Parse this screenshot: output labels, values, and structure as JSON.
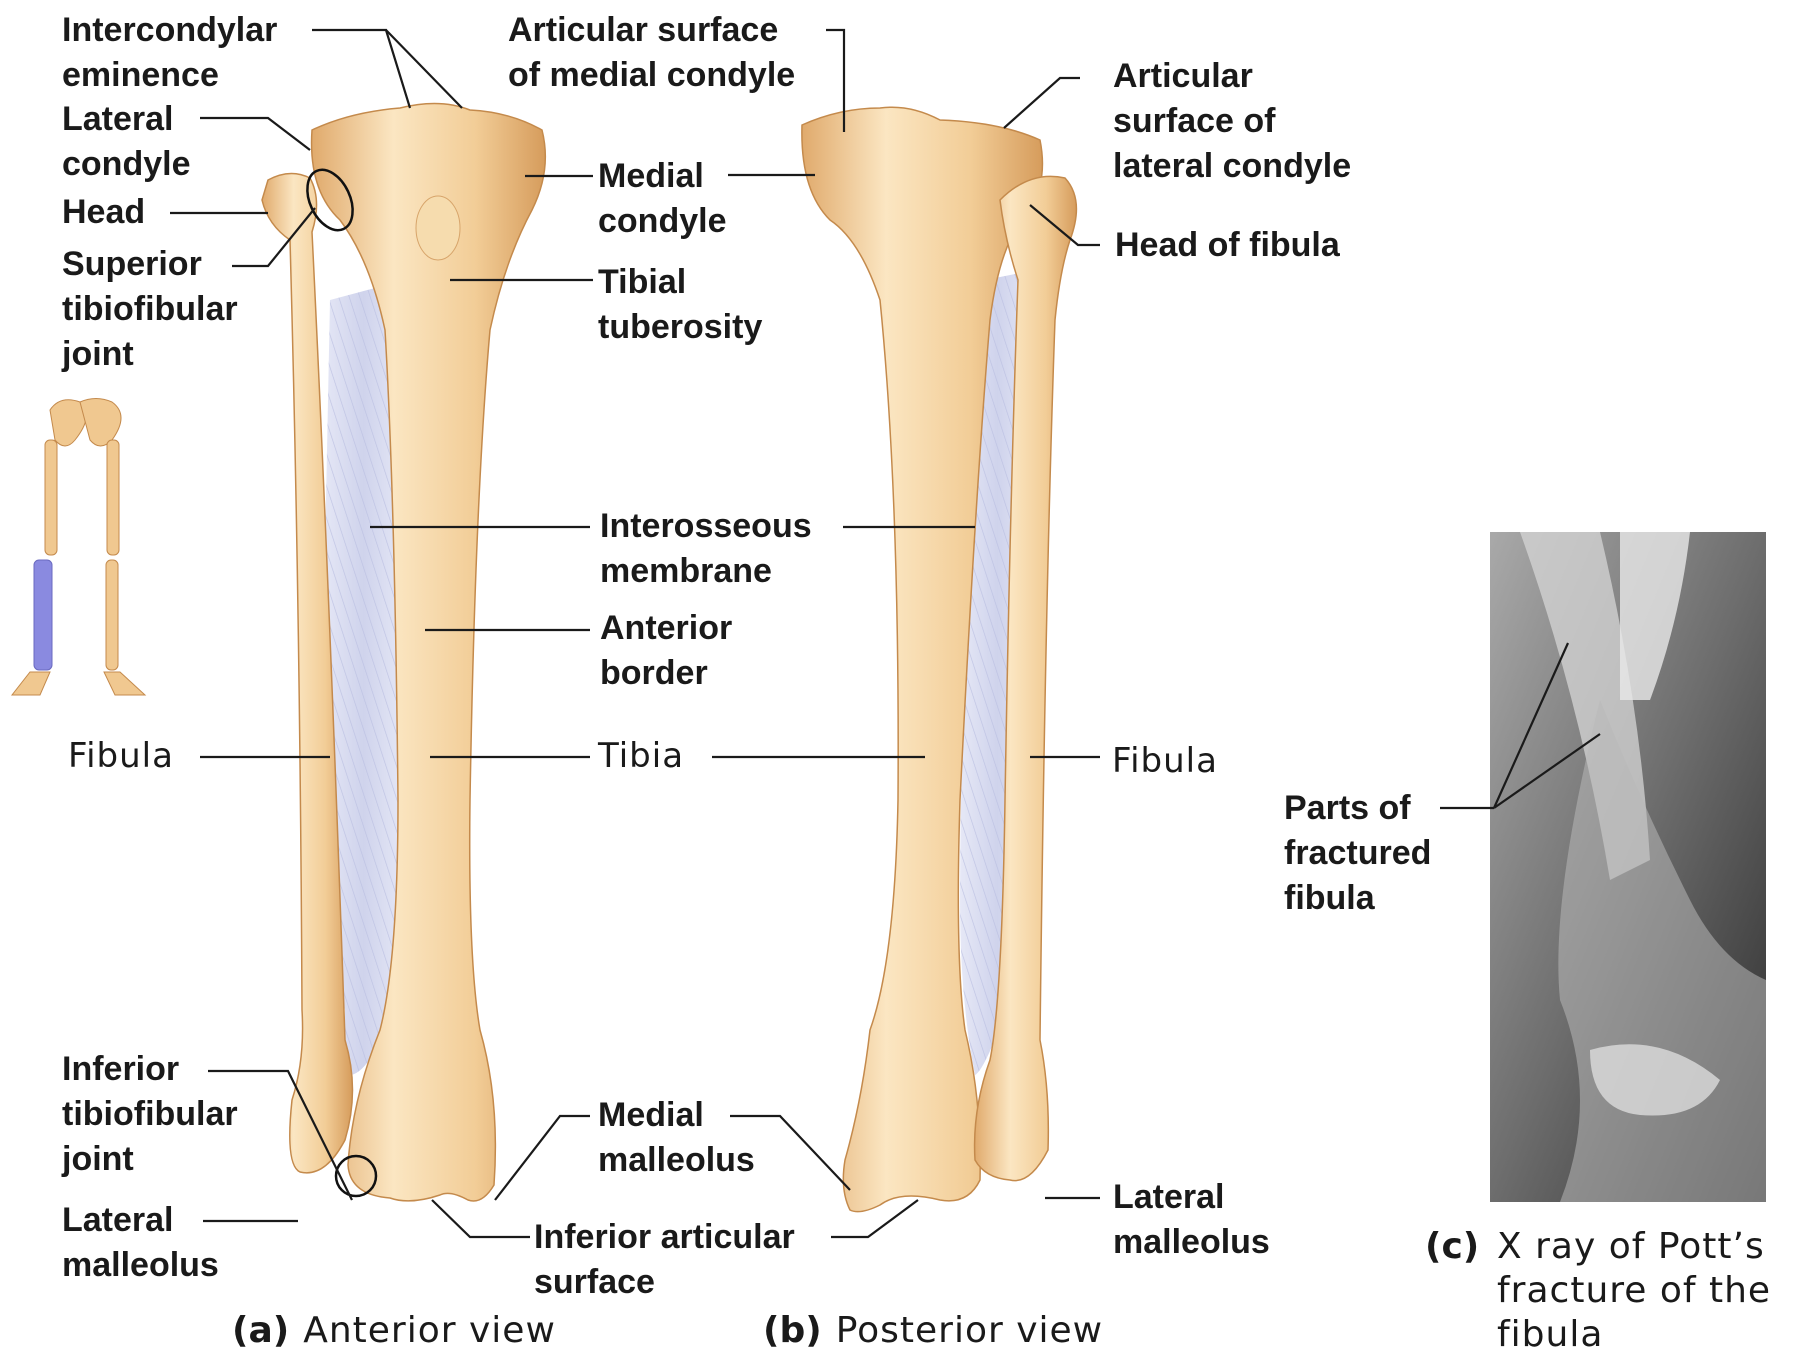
{
  "labels": {
    "intercondylar_eminence": [
      "Intercondylar",
      "eminence"
    ],
    "lateral_condyle": [
      "Lateral",
      "condyle"
    ],
    "head": [
      "Head"
    ],
    "superior_tibiofibular_joint": [
      "Superior",
      "tibiofibular",
      "joint"
    ],
    "articular_surface_medial": [
      "Articular surface",
      "of medial condyle"
    ],
    "medial_condyle": [
      "Medial",
      "condyle"
    ],
    "tibial_tuberosity": [
      "Tibial",
      "tuberosity"
    ],
    "articular_surface_lateral": [
      "Articular",
      "surface of",
      "lateral condyle"
    ],
    "head_of_fibula": [
      "Head of fibula"
    ],
    "interosseous_membrane": [
      "Interosseous",
      "membrane"
    ],
    "anterior_border": [
      "Anterior",
      "border"
    ],
    "inferior_tibiofibular_joint": [
      "Inferior",
      "tibiofibular",
      "joint"
    ],
    "lateral_malleolus_a": [
      "Lateral",
      "malleolus"
    ],
    "medial_malleolus": [
      "Medial",
      "malleolus"
    ],
    "inferior_articular_surface": [
      "Inferior articular",
      "surface"
    ],
    "lateral_malleolus_b": [
      "Lateral",
      "malleolus"
    ],
    "parts_of_fractured_fibula": [
      "Parts of",
      "fractured",
      "fibula"
    ]
  },
  "plain_labels": {
    "fibula_a": "Fibula",
    "tibia": "Tibia",
    "fibula_b": "Fibula"
  },
  "captions": {
    "a": {
      "letter": "(a)",
      "text": "Anterior view"
    },
    "b": {
      "letter": "(b)",
      "text": "Posterior view"
    },
    "c": {
      "letter": "(c)",
      "lines": [
        "X ray of Pott’s",
        "fracture of the",
        "fibula"
      ]
    }
  },
  "colors": {
    "bone": "#f0c890",
    "bone_light": "#fae6c4",
    "bone_shadow": "#d9a060",
    "membrane": "#d8dcf0",
    "highlight": "#8a8ae0",
    "leader": "#1a1a1a"
  }
}
